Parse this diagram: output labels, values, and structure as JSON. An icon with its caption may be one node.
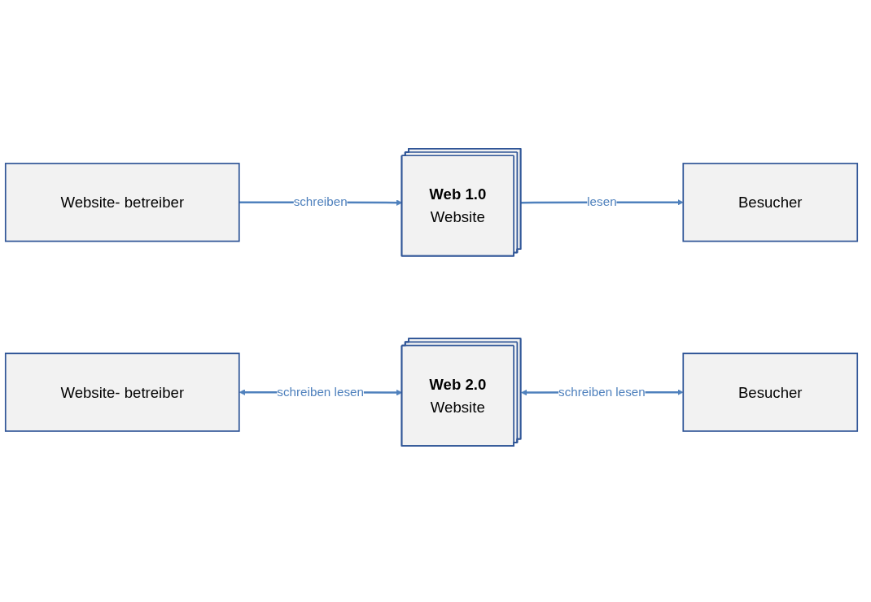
{
  "diagram": {
    "nodes": [
      {
        "text": [
          "Website- betreiber"
        ]
      },
      {
        "text": [
          "Web 1.0",
          "Website"
        ]
      },
      {
        "text": [
          "Besucher"
        ]
      },
      {
        "text": [
          "Website- betreiber"
        ]
      },
      {
        "text": [
          "Web 2.0",
          "Website"
        ]
      },
      {
        "text": [
          "Besucher"
        ]
      }
    ],
    "edges": [
      {
        "from": 0,
        "to": 1,
        "arrow": "to",
        "label": "schreiben"
      },
      {
        "from": 1,
        "to": 2,
        "arrow": "to",
        "label": "lesen"
      },
      {
        "from": 3,
        "to": 4,
        "arrow": "both",
        "label": "schreiben lesen"
      },
      {
        "from": 4,
        "to": 5,
        "arrow": "both",
        "label": "schreiben lesen"
      }
    ]
  }
}
